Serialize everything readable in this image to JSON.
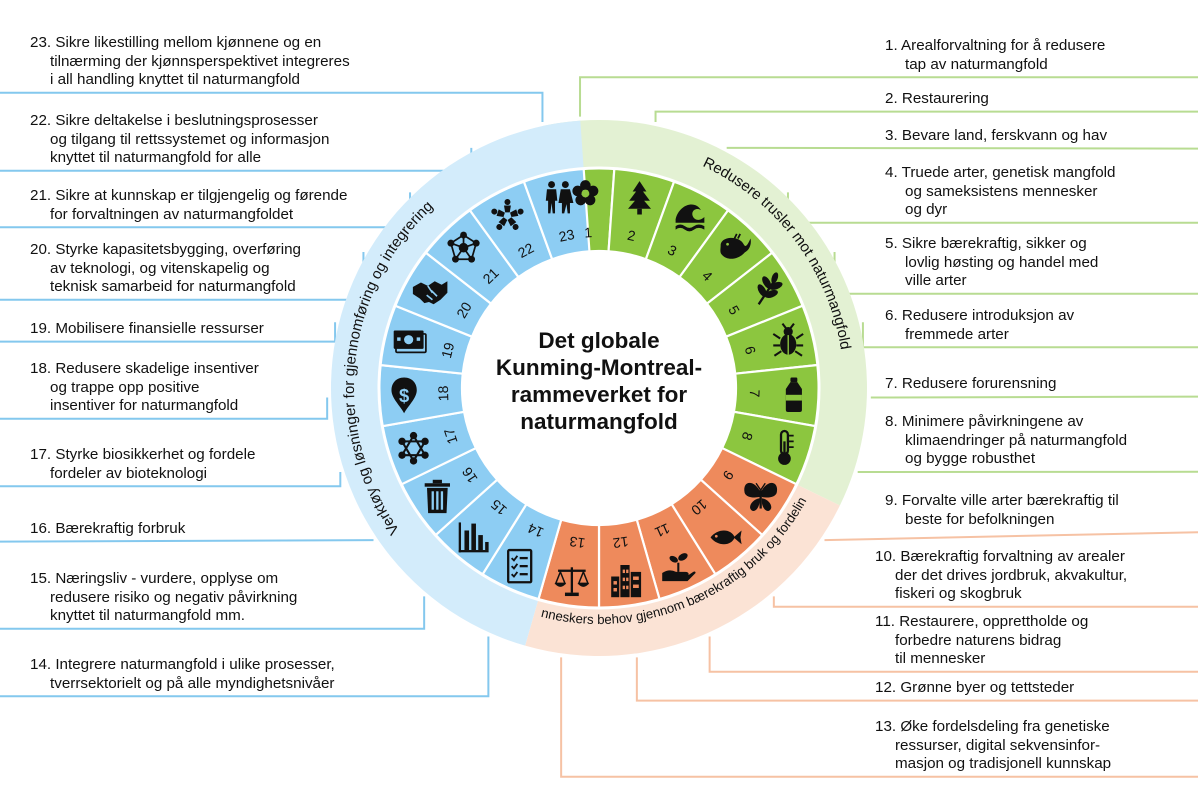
{
  "title": [
    "Det globale",
    "Kunming-Montreal-",
    "rammeverket for",
    "naturmangfold"
  ],
  "colors": {
    "green": "#8cc63f",
    "green_light": "#e3f1d3",
    "orange": "#ee8a5c",
    "orange_light": "#fbe3d5",
    "blue": "#8dcdf3",
    "blue_light": "#d3ecfb",
    "green_line": "#b8dc92",
    "orange_line": "#f6c2a4",
    "blue_line": "#84c8ee"
  },
  "groups": [
    {
      "key": "green",
      "title": "Redusere trusler mot naturmangfold"
    },
    {
      "key": "orange",
      "title": "Oppfylle menneskers behov gjennom bærekraftig bruk og fordeling av fordeler"
    },
    {
      "key": "blue",
      "title": "Verktøy og løsninger for gjennomføring og integrering"
    }
  ],
  "targets": [
    {
      "num": "1",
      "icon": "flower-icon",
      "lines": [
        "1. Arealforvaltning for å redusere",
        "tap av naturmangfold"
      ]
    },
    {
      "num": "2",
      "icon": "tree-icon",
      "lines": [
        "2. Restaurering"
      ]
    },
    {
      "num": "3",
      "icon": "wave-icon",
      "lines": [
        "3. Bevare land, ferskvann og hav"
      ]
    },
    {
      "num": "4",
      "icon": "whale-icon",
      "lines": [
        "4. Truede arter, genetisk mangfold",
        "og sameksistens mennesker",
        "og dyr"
      ]
    },
    {
      "num": "5",
      "icon": "leaf-icon",
      "lines": [
        "5. Sikre bærekraftig, sikker og",
        "lovlig høsting og handel med",
        "ville arter"
      ]
    },
    {
      "num": "6",
      "icon": "beetle-icon",
      "lines": [
        "6. Redusere introduksjon av",
        "fremmede arter"
      ]
    },
    {
      "num": "7",
      "icon": "bottle-icon",
      "lines": [
        "7. Redusere forurensning"
      ]
    },
    {
      "num": "8",
      "icon": "thermometer-icon",
      "lines": [
        "8. Minimere påvirkningene av",
        "klimaendringer på naturmangfold",
        "og bygge robusthet"
      ]
    },
    {
      "num": "9",
      "icon": "butterfly-icon",
      "lines": [
        "9. Forvalte ville arter bærekraftig til",
        "beste for befolkningen"
      ]
    },
    {
      "num": "10",
      "icon": "fish-icon",
      "lines": [
        "10. Bærekraftig forvaltning av arealer",
        "der det drives jordbruk, akvakultur,",
        "fiskeri og skogbruk"
      ]
    },
    {
      "num": "11",
      "icon": "hand-plant-icon",
      "lines": [
        "11. Restaurere, opprettholde og",
        "forbedre naturens bidrag",
        "til mennesker"
      ]
    },
    {
      "num": "12",
      "icon": "city-icon",
      "lines": [
        "12. Grønne byer og tettsteder"
      ]
    },
    {
      "num": "13",
      "icon": "scales-icon",
      "lines": [
        "13. Øke fordelsdeling fra genetiske",
        "ressurser, digital sekvensinfor-",
        "masjon og tradisjonell kunnskap"
      ]
    },
    {
      "num": "14",
      "icon": "checklist-icon",
      "lines": [
        "14. Integrere naturmangfold i ulike prosesser,",
        "tverrsektorielt og på alle myndighetsnivåer"
      ]
    },
    {
      "num": "15",
      "icon": "bar-chart-icon",
      "lines": [
        "15. Næringsliv - vurdere, opplyse om",
        "redusere risiko og negativ påvirkning",
        "knyttet til naturmangfold mm."
      ]
    },
    {
      "num": "16",
      "icon": "trash-icon",
      "lines": [
        "16. Bærekraftig forbruk"
      ]
    },
    {
      "num": "17",
      "icon": "molecule-icon",
      "lines": [
        "17. Styrke biosikkerhet og fordele",
        "fordeler av bioteknologi"
      ]
    },
    {
      "num": "18",
      "icon": "dollar-pin-icon",
      "lines": [
        "18. Redusere skadelige insentiver",
        "og trappe opp positive",
        "insentiver for naturmangfold"
      ]
    },
    {
      "num": "19",
      "icon": "banknote-icon",
      "lines": [
        "19. Mobilisere finansielle ressurser"
      ]
    },
    {
      "num": "20",
      "icon": "handshake-icon",
      "lines": [
        "20. Styrke kapasitetsbygging, overføring",
        "av teknologi, og vitenskapelig og",
        "teknisk samarbeid for naturmangfold"
      ]
    },
    {
      "num": "21",
      "icon": "network-icon",
      "lines": [
        "21. Sikre at kunnskap er tilgjengelig og førende",
        "for forvaltningen av naturmangfoldet"
      ]
    },
    {
      "num": "22",
      "icon": "people-circle-icon",
      "lines": [
        "22. Sikre deltakelse i beslutningsprosesser",
        "og tilgang til rettssystemet og informasjon",
        "knyttet til naturmangfold for alle"
      ]
    },
    {
      "num": "23",
      "icon": "people-icon",
      "lines": [
        "23. Sikre likestilling mellom kjønnene og en",
        "tilnærming der kjønnsperspektivet integreres",
        "i all handling knyttet til naturmangfold"
      ]
    }
  ]
}
